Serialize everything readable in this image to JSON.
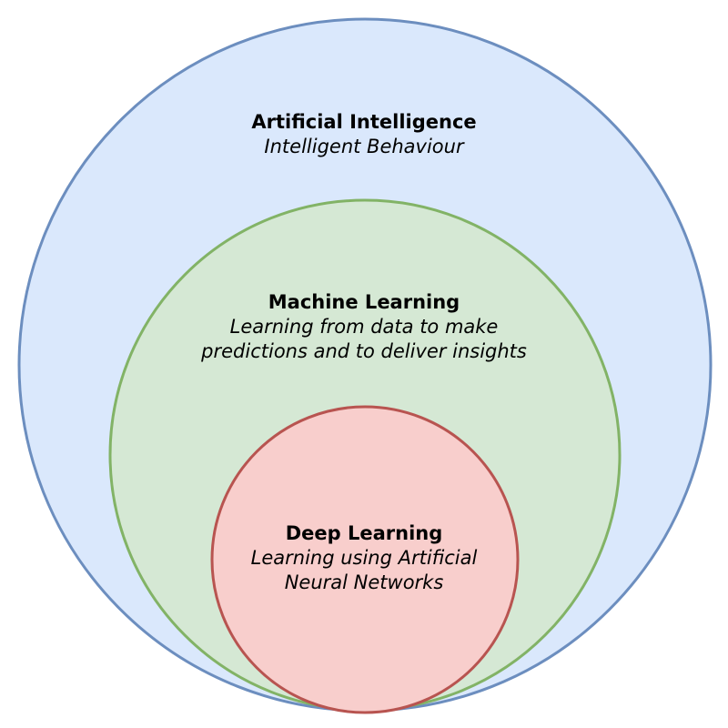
{
  "colors": {
    "ai_fill": "#dae8fc",
    "ai_stroke": "#6c8ebf",
    "ml_fill": "#d5e8d4",
    "ml_stroke": "#82b366",
    "dl_fill": "#f8cecc",
    "dl_stroke": "#b85450"
  },
  "ai": {
    "title": "Artificial Intelligence",
    "subtitle": "Intelligent Behaviour"
  },
  "ml": {
    "title": "Machine Learning",
    "subtitle_line1": "Learning from data to make",
    "subtitle_line2": "predictions and to deliver insights"
  },
  "dl": {
    "title": "Deep Learning",
    "subtitle_line1": "Learning using Artificial",
    "subtitle_line2": "Neural Networks"
  }
}
